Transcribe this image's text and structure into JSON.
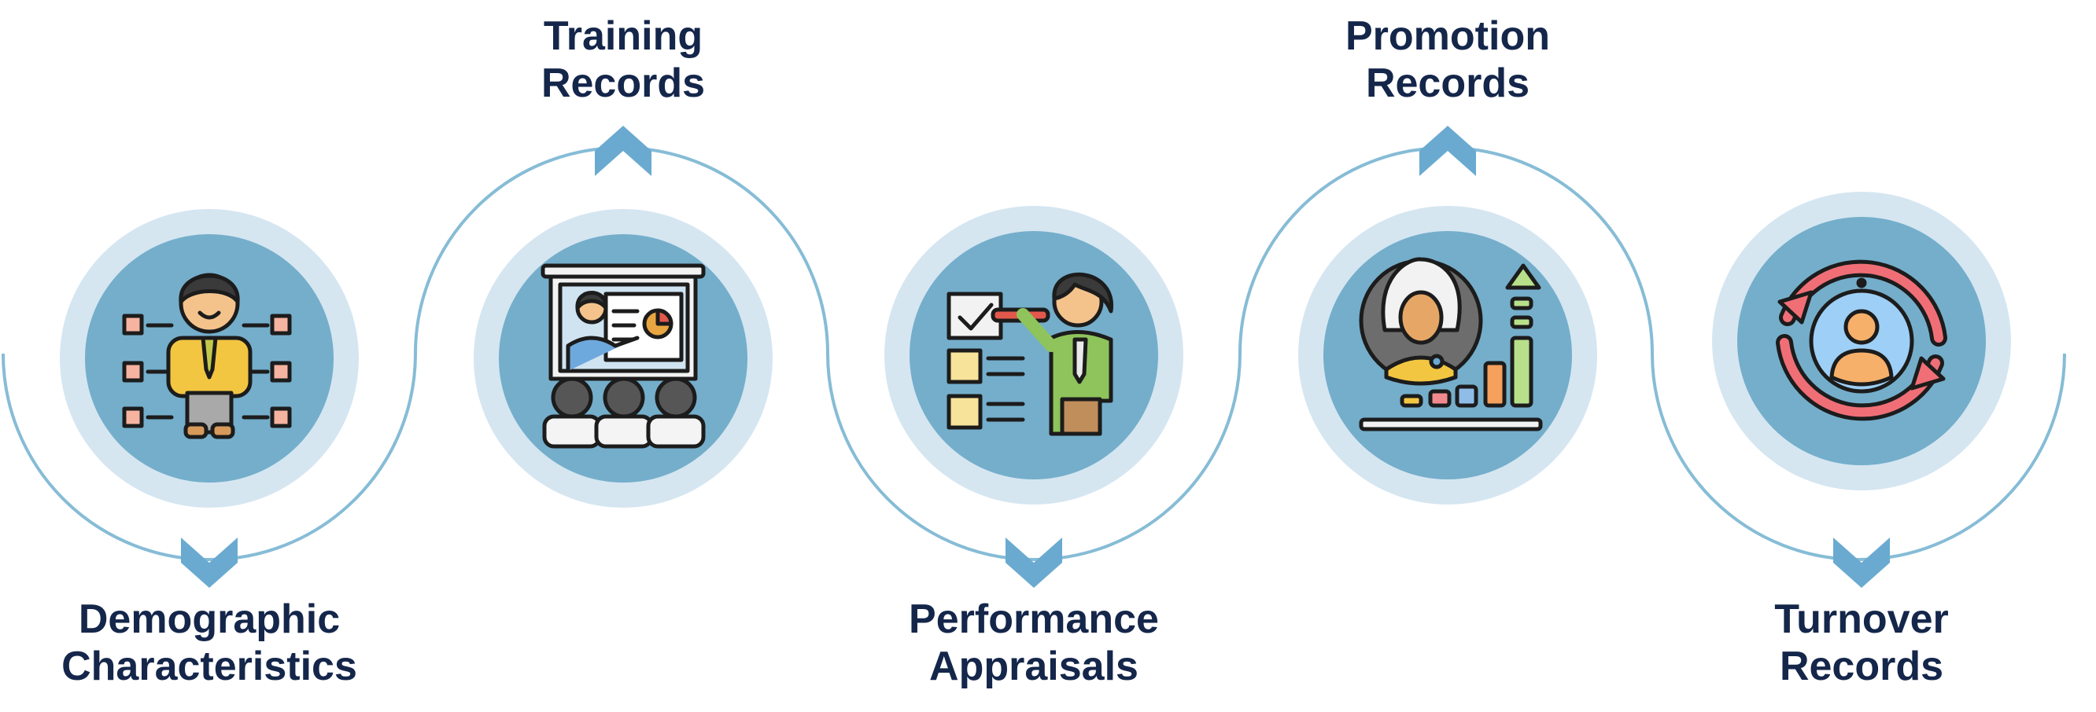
{
  "stages": [
    {
      "lines": [
        "Demographic",
        "Characteristics"
      ],
      "icon": "employee-checklist-icon"
    },
    {
      "lines": [
        "Training",
        "Records"
      ],
      "icon": "presentation-training-icon"
    },
    {
      "lines": [
        "Performance",
        "Appraisals"
      ],
      "icon": "performance-review-icon"
    },
    {
      "lines": [
        "Promotion",
        "Records"
      ],
      "icon": "promotion-growth-icon"
    },
    {
      "lines": [
        "Turnover",
        "Records"
      ],
      "icon": "employee-turnover-icon"
    }
  ],
  "colors": {
    "outer_ring": "#d5e6f1",
    "inner_circle": "#74aecb",
    "connector": "#86bcd6",
    "arrow": "#6aaad0",
    "label_text": "#14264a"
  }
}
